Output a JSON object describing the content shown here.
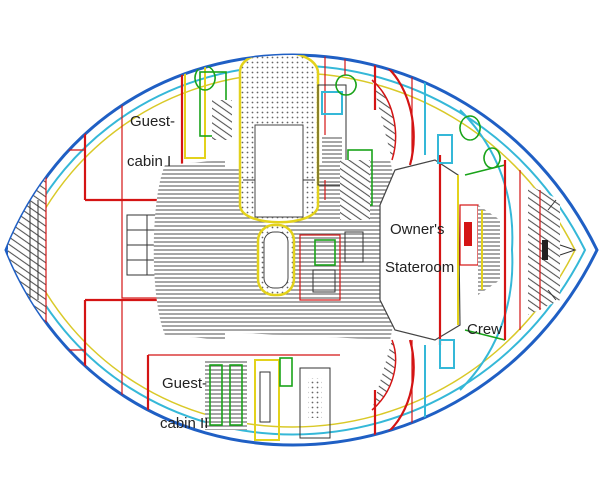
{
  "labels": {
    "guest_cabin_1_line1": "Guest-",
    "guest_cabin_1_line2": "cabin I",
    "guest_cabin_2_line1": "Guest-",
    "guest_cabin_2_line2": "cabin II",
    "owners_line1": "Owner's",
    "owners_line2": "Stateroom",
    "crew": "Crew"
  },
  "colors": {
    "hull_outer": "#1f5fc4",
    "hull_inner": "#35b8d8",
    "walls": "#d41414",
    "furniture": "#e3d21c",
    "fixtures": "#19a319",
    "floor_hatch": "#555555"
  }
}
